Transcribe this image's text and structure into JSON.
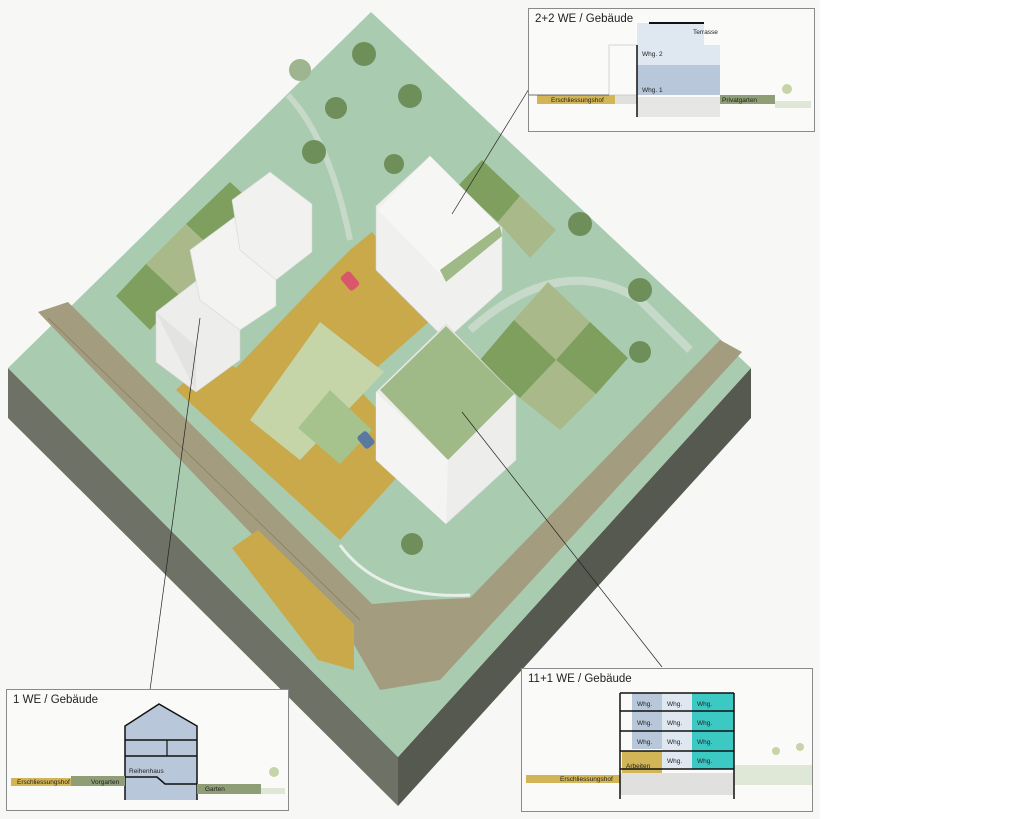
{
  "colors": {
    "lawn": "#a9cbb0",
    "lawn_dark": "#8fb595",
    "garden_dark": "#7e9f5e",
    "garden_light": "#a9b98a",
    "courtyard": "#c9a94a",
    "road": "#a59c80",
    "base_side": "#6c6f63",
    "base_side_dark": "#55584e",
    "building": "#eeeeec",
    "roof_green": "#9fba86",
    "section_blue": "#b8c8da",
    "section_light": "#dfe8f0",
    "section_teal": "#3cc9c4",
    "section_yellow": "#d2b556",
    "section_green": "#8f9e77",
    "section_grey": "#e0e0df"
  },
  "panels": {
    "top_right": {
      "title": "2+2 WE / Gebäude",
      "labels": {
        "terrace": "Terrasse",
        "unit2": "Whg. 2",
        "unit1": "Whg. 1",
        "access_court": "Erschliessungshof",
        "private_garden": "Privatgarten"
      }
    },
    "bottom_left": {
      "title": "1 WE / Gebäude",
      "labels": {
        "house": "Reihenhaus",
        "access_court": "Erschliessungshof",
        "front_garden": "Vorgarten",
        "garden": "Garten"
      }
    },
    "bottom_right": {
      "title": "11+1 WE / Gebäude",
      "labels": {
        "unit": "Whg.",
        "work": "Arbeiten",
        "access_court": "Erschliessungshof"
      }
    }
  }
}
